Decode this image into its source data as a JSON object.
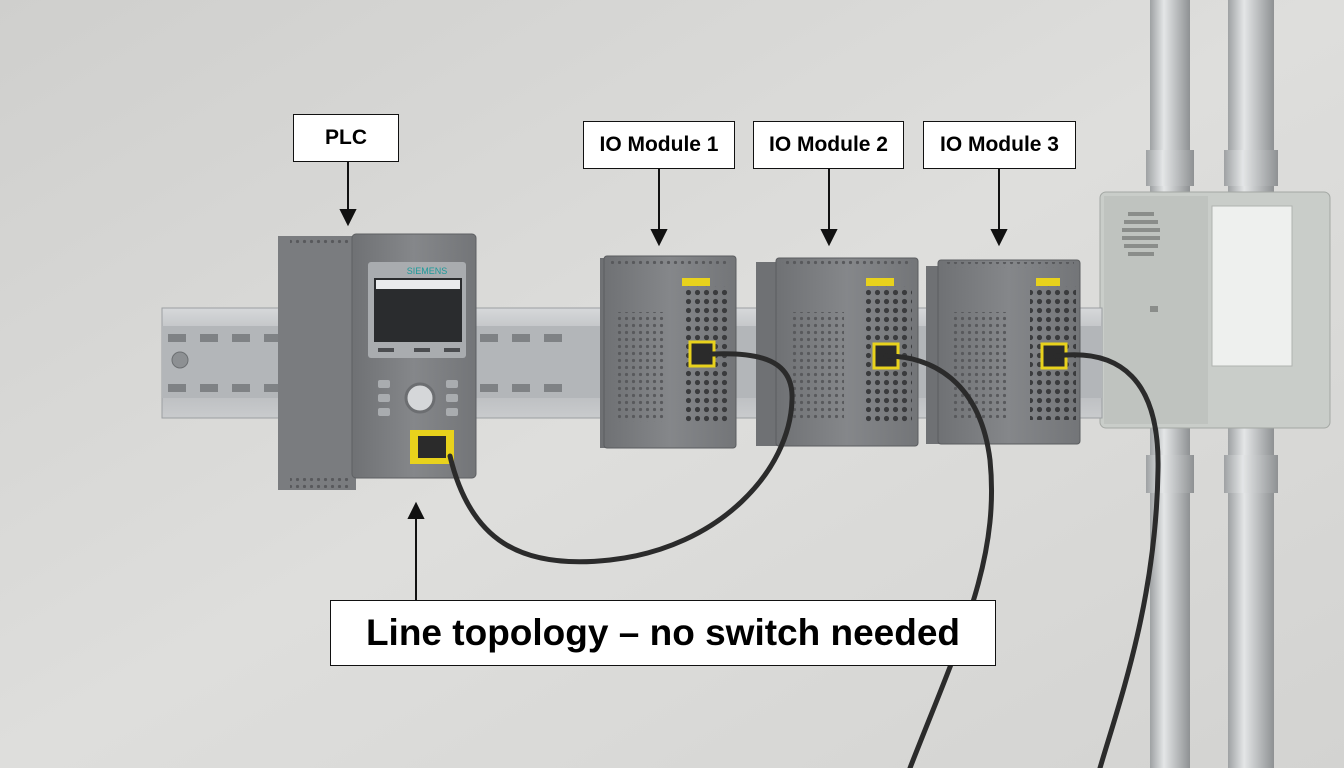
{
  "labels": {
    "plc": "PLC",
    "io1": "IO Module 1",
    "io2": "IO Module 2",
    "io3": "IO Module 3",
    "caption": "Line topology – no switch needed"
  },
  "device": {
    "brand": "SIEMENS"
  },
  "colors": {
    "wall": "#d9d9d7",
    "module_body": "#7e8083",
    "rail": "#b9bcbe",
    "cable": "#2b2b2b",
    "port_highlight": "#e8d21c",
    "enclosure": "#cfd3cf"
  }
}
